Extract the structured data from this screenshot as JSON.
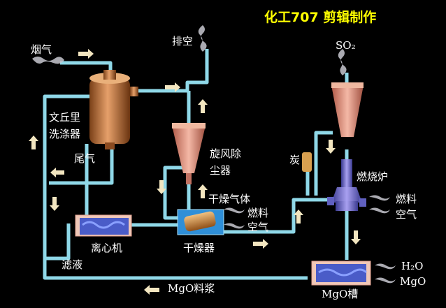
{
  "title": "化工707 剪辑制作",
  "labels": {
    "flue_gas": "烟气",
    "exhaust": "排空",
    "so2": "SO₂",
    "venturi": "文丘里洗涤器",
    "tail_gas": "尾气",
    "cyclone": "旋风除尘器",
    "carbon": "炭",
    "furnace": "燃烧炉",
    "dry_gas": "干燥气体",
    "fuel_dryer": "燃料",
    "air_dryer": "空气",
    "fuel_furnace": "燃料",
    "air_furnace": "空气",
    "centrifuge": "离心机",
    "dryer": "干燥器",
    "filtrate": "滤液",
    "h2o": "H₂O",
    "mgo": "MgO",
    "slurry": "MgO料浆",
    "tank": "MgO槽"
  },
  "colors": {
    "pipe": "#8fd8e8",
    "arrow": "#f3e6c0",
    "copper": "#c47840",
    "cone": "#e8a090",
    "furnace": "#7a70c8",
    "slurry": "#4a5cc8",
    "title": "#ffff00"
  }
}
